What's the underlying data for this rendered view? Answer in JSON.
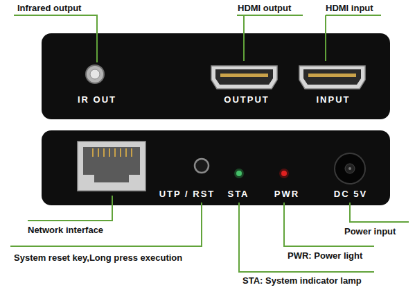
{
  "diagram": {
    "nodes": [
      {
        "text": [
          "IR OUT",
          "OUTPUT",
          "INPUT"
        ]
      },
      {
        "text": [
          "UTP / RST",
          "STA",
          "PWR",
          "DC 5V"
        ]
      }
    ],
    "labels": [
      "Infrared output",
      "HDMI output",
      "HDMI input",
      "Network interface",
      "Power input",
      "System reset key,Long press execution",
      "PWR: Power light",
      "STA: System indicator lamp"
    ]
  }
}
